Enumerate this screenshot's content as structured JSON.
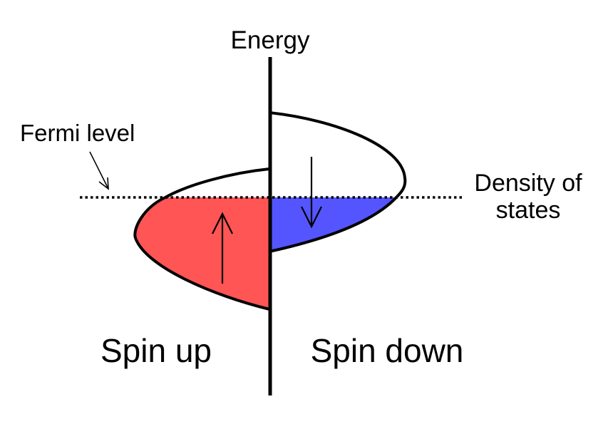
{
  "labels": {
    "energy_axis": "Energy",
    "fermi_level": "Fermi level",
    "density_line1": "Density of",
    "density_line2": "states",
    "spin_up": "Spin up",
    "spin_down": "Spin down"
  },
  "colors": {
    "spin_up_fill": "#ff5555",
    "spin_down_fill": "#5555ff",
    "stroke": "#000000",
    "background": "#ffffff"
  },
  "icons": {
    "spin_up_arrow": "arrow-up-icon",
    "spin_down_arrow": "arrow-down-icon",
    "fermi_pointer": "pointer-arrow-icon"
  }
}
